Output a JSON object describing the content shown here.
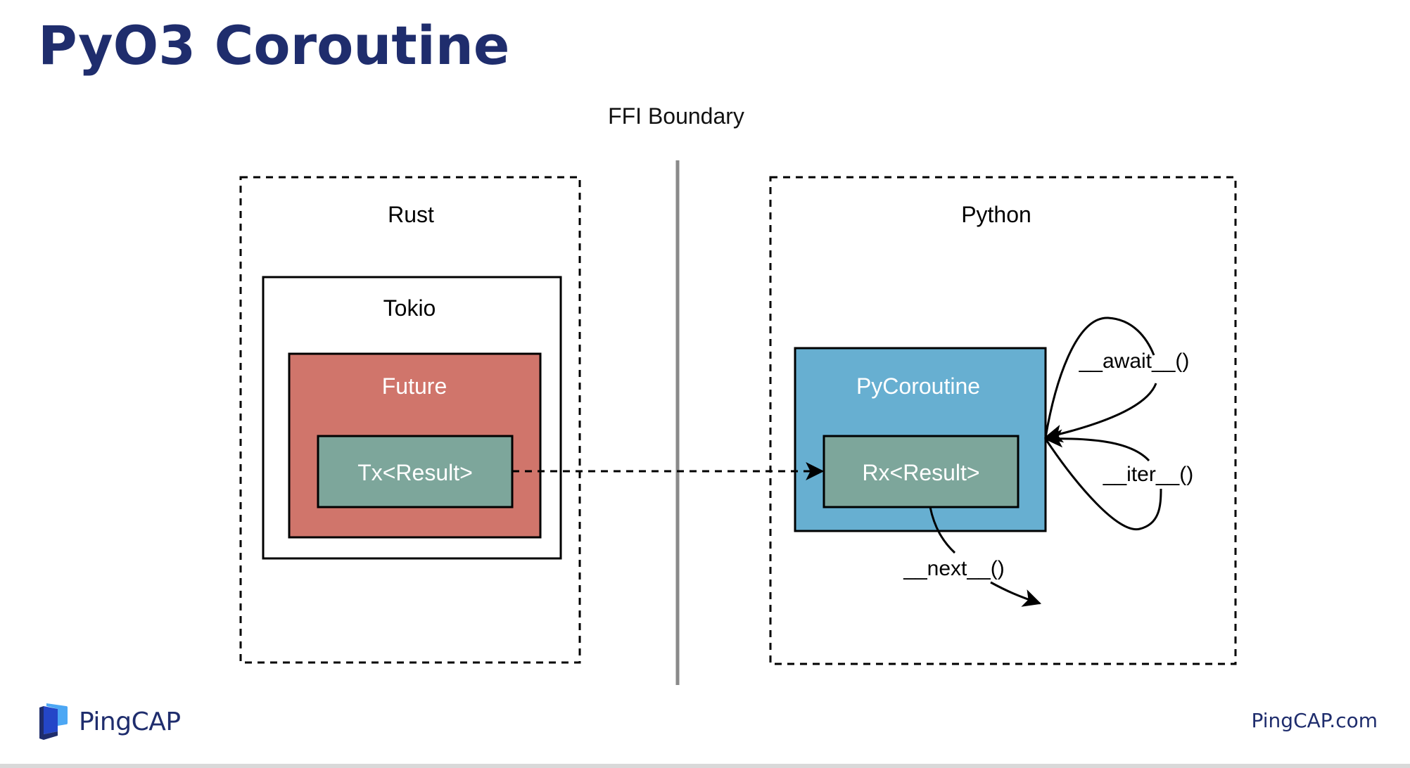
{
  "slide": {
    "title": "PyO3 Coroutine"
  },
  "diagram": {
    "boundary_label": "FFI Boundary",
    "rust": {
      "label": "Rust",
      "tokio": {
        "label": "Tokio"
      },
      "future": {
        "label": "Future",
        "color": "#d0756b"
      },
      "tx": {
        "label": "Tx<Result>",
        "color": "#7da69b"
      }
    },
    "python": {
      "label": "Python",
      "pycoroutine": {
        "label": "PyCoroutine",
        "color": "#67afd1"
      },
      "rx": {
        "label": "Rx<Result>",
        "color": "#7da69b"
      },
      "edges": {
        "await": "__await__()",
        "iter": "__iter__()",
        "next": "__next__()"
      }
    }
  },
  "footer": {
    "brand": "PingCAP",
    "url": "PingCAP.com",
    "brand_color": "#1f2d6d"
  }
}
